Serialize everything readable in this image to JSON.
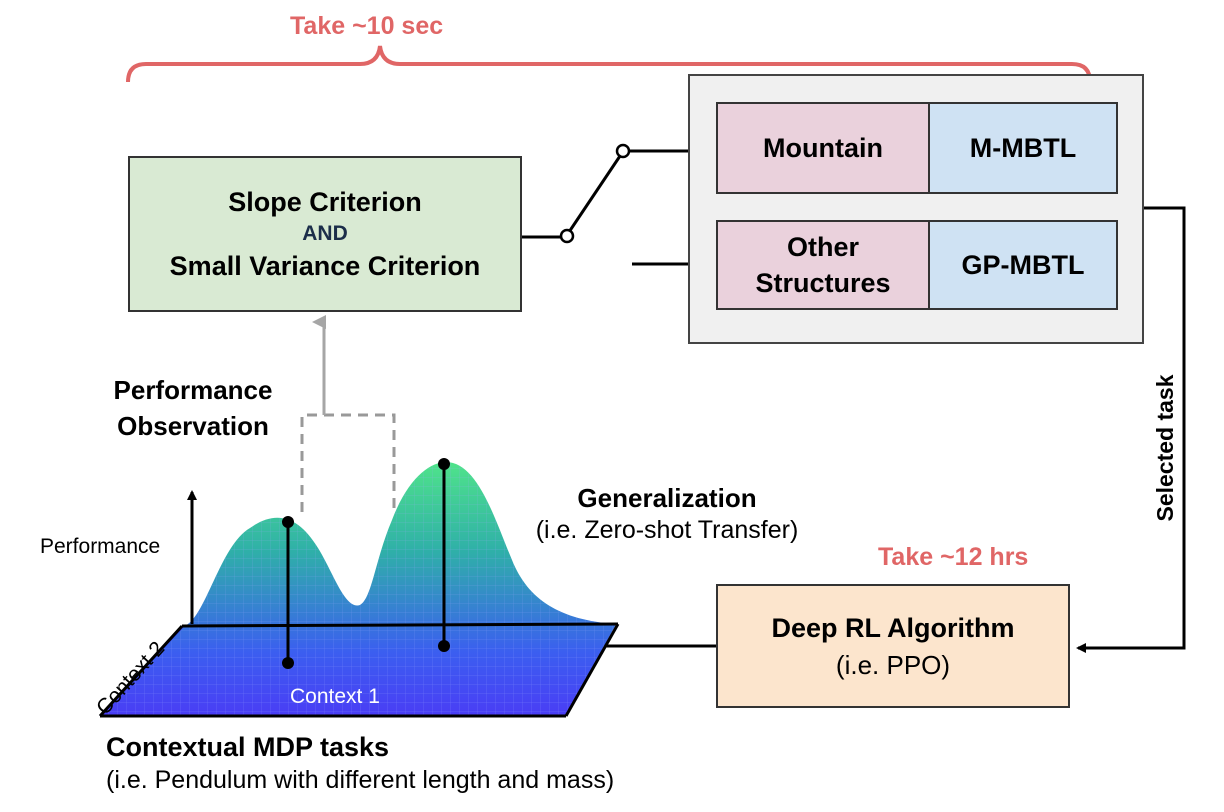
{
  "time_top": "Take ~10 sec",
  "time_rl": "Take ~12 hrs",
  "criteria": {
    "line1": "Slope Criterion",
    "connector": "AND",
    "line2": "Small Variance Criterion"
  },
  "structures": {
    "mountain": "Mountain",
    "m_mbtl": "M-MBTL",
    "other_line1": "Other",
    "other_line2": "Structures",
    "gp_mbtl": "GP-MBTL"
  },
  "selected_task": "Selected task",
  "rl": {
    "title": "Deep RL Algorithm",
    "subtitle": "(i.e. PPO)"
  },
  "perf_obs": {
    "line1": "Performance",
    "line2": "Observation"
  },
  "generalization": {
    "title": "Generalization",
    "subtitle": "(i.e. Zero-shot Transfer)"
  },
  "axes": {
    "y": "Performance",
    "x": "Context 1",
    "z": "Context 2"
  },
  "tasks": {
    "title": "Contextual MDP tasks",
    "subtitle": "(i.e. Pendulum with different length and mass)"
  },
  "colors": {
    "criteria_fill": "#d9ead3",
    "mountain_fill": "#ead1dc",
    "mbtl_fill": "#cfe2f3",
    "rl_fill": "#fce5cd",
    "panel_fill": "#f0f0f0",
    "accent_red": "#e06666",
    "and_color": "#1c2e4a"
  }
}
